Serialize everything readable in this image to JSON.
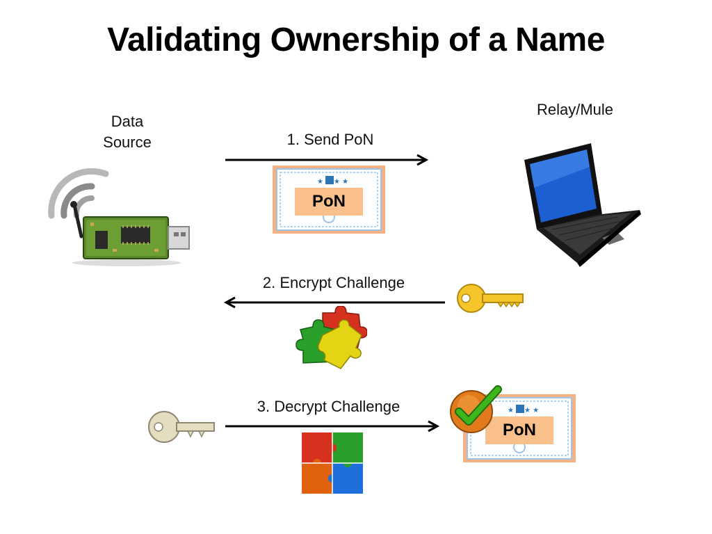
{
  "slide": {
    "title": "Validating Ownership of a Name"
  },
  "actors": {
    "data_source_line1": "Data",
    "data_source_line2": "Source",
    "relay": "Relay/Mule"
  },
  "steps": [
    {
      "label": "1. Send PoN",
      "direction": "right"
    },
    {
      "label": "2. Encrypt Challenge",
      "direction": "left"
    },
    {
      "label": "3. Decrypt Challenge",
      "direction": "right"
    }
  ],
  "certificates": {
    "sent_label": "PoN",
    "validated_label": "PoN"
  },
  "icons": {
    "device": "usb-radio-dongle-icon",
    "laptop": "laptop-icon",
    "certificate": "certificate-icon",
    "gold_key": "gold-key-icon",
    "silver_key": "silver-key-icon",
    "scrambled_puzzle": "scrambled-puzzle-icon",
    "solved_puzzle": "solved-puzzle-icon",
    "checkmark": "green-checkmark-icon"
  },
  "colors": {
    "certificate_label_bg": "#f9c08b",
    "certificate_frame": "#f4b183",
    "gold_key": "#f5c52a",
    "silver_key": "#e5ddc0",
    "check_green": "#3fb51c",
    "puzzle_red": "#d6301f",
    "puzzle_green": "#2aa02a",
    "puzzle_blue": "#1e6fd9",
    "puzzle_orange": "#e0620f",
    "puzzle_yellow": "#e3d414"
  }
}
